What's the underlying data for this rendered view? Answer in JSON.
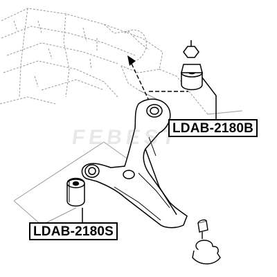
{
  "labels": {
    "bushing_b": "LDAB-2180B",
    "bushing_s": "LDAB-2180S"
  },
  "watermark": "FEBEST",
  "colors": {
    "line": "#000000",
    "frame": "#9a9a9a",
    "label_border": "#000000"
  }
}
